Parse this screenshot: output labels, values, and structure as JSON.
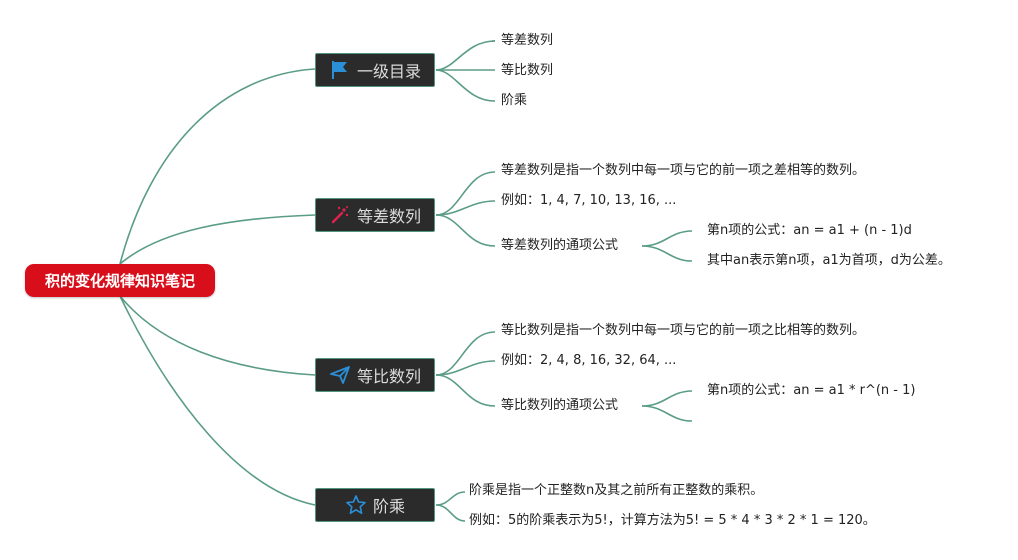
{
  "root": {
    "label": "积的变化规律知识笔记"
  },
  "branches": [
    {
      "label": "一级目录",
      "icon": "flag-icon"
    },
    {
      "label": "等差数列",
      "icon": "magic-wand-icon"
    },
    {
      "label": "等比数列",
      "icon": "paper-plane-icon"
    },
    {
      "label": "阶乘",
      "icon": "star-icon"
    }
  ],
  "toc": [
    "等差数列",
    "等比数列",
    "阶乘"
  ],
  "arith": {
    "definition": "等差数列是指一个数列中每一项与它的前一项之差相等的数列。",
    "example": "例如：1, 4, 7, 10, 13, 16, ...",
    "formula_title": "等差数列的通项公式",
    "formula": "第n项的公式：an = a1 + (n - 1)d",
    "formula_note": "其中an表示第n项，a1为首项，d为公差。"
  },
  "geo": {
    "definition": "等比数列是指一个数列中每一项与它的前一项之比相等的数列。",
    "example": "例如：2, 4, 8, 16, 32, 64, ...",
    "formula_title": "等比数列的通项公式",
    "formula": "第n项的公式：an = a1 * r^(n - 1)"
  },
  "factorial": {
    "definition": "阶乘是指一个正整数n及其之前所有正整数的乘积。",
    "example": "例如：5的阶乘表示为5!，计算方法为5! = 5 * 4 * 3 * 2 * 1 = 120。"
  },
  "colors": {
    "root_fill": "#d80f1b",
    "branch_fill": "#2b2b2b",
    "link": "#5a9c86",
    "icon_flag": "#2a8fd6",
    "icon_wand": "#e0224f",
    "icon_plane": "#2a8fd6",
    "icon_star": "#2a8fd6"
  }
}
